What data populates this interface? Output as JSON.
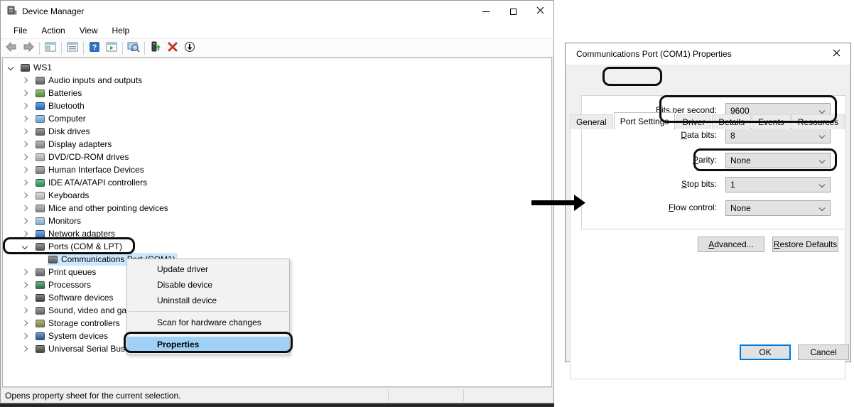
{
  "device_manager": {
    "title": "Device Manager",
    "menu": [
      "File",
      "Action",
      "View",
      "Help"
    ],
    "window_controls": [
      {
        "icon": "minimize-icon"
      },
      {
        "icon": "maximize-icon"
      },
      {
        "icon": "close-icon"
      }
    ],
    "toolbar": [
      {
        "icon": "back-icon"
      },
      {
        "icon": "forward-icon"
      },
      {
        "sep": true
      },
      {
        "icon": "show-console-tree-icon"
      },
      {
        "sep": true
      },
      {
        "icon": "properties-icon"
      },
      {
        "sep": true
      },
      {
        "icon": "help-icon"
      },
      {
        "icon": "action-pane-icon"
      },
      {
        "sep": true
      },
      {
        "icon": "scan-hardware-icon"
      },
      {
        "sep": true
      },
      {
        "icon": "update-driver-icon"
      },
      {
        "icon": "uninstall-device-icon"
      },
      {
        "icon": "disable-device-icon"
      }
    ],
    "tree": {
      "items": [
        {
          "label": "WS1",
          "level": 0,
          "state": "expanded",
          "icon": "computer-icon",
          "color": "#4d4d4d"
        },
        {
          "label": "Audio inputs and outputs",
          "level": 1,
          "state": "collapsed",
          "icon": "speaker-icon",
          "color": "#6f6f6f"
        },
        {
          "label": "Batteries",
          "level": 1,
          "state": "collapsed",
          "icon": "battery-icon",
          "color": "#59a23b"
        },
        {
          "label": "Bluetooth",
          "level": 1,
          "state": "collapsed",
          "icon": "bluetooth-icon",
          "color": "#1d74d0"
        },
        {
          "label": "Computer",
          "level": 1,
          "state": "collapsed",
          "icon": "monitor-icon",
          "color": "#7fb2dd"
        },
        {
          "label": "Disk drives",
          "level": 1,
          "state": "collapsed",
          "icon": "disk-drive-icon",
          "color": "#707070"
        },
        {
          "label": "Display adapters",
          "level": 1,
          "state": "collapsed",
          "icon": "display-adapter-icon",
          "color": "#8d9298"
        },
        {
          "label": "DVD/CD-ROM drives",
          "level": 1,
          "state": "collapsed",
          "icon": "disc-drive-icon",
          "color": "#b9b9b9"
        },
        {
          "label": "Human Interface Devices",
          "level": 1,
          "state": "collapsed",
          "icon": "gamepad-icon",
          "color": "#8b8b8b"
        },
        {
          "label": "IDE ATA/ATAPI controllers",
          "level": 1,
          "state": "collapsed",
          "icon": "controller-chip-icon",
          "color": "#2f9e63"
        },
        {
          "label": "Keyboards",
          "level": 1,
          "state": "collapsed",
          "icon": "keyboard-icon",
          "color": "#c9c9c9"
        },
        {
          "label": "Mice and other pointing devices",
          "level": 1,
          "state": "collapsed",
          "icon": "mouse-icon",
          "color": "#9a9a9a"
        },
        {
          "label": "Monitors",
          "level": 1,
          "state": "collapsed",
          "icon": "monitor-icon",
          "color": "#8fc0e8"
        },
        {
          "label": "Network adapters",
          "level": 1,
          "state": "collapsed",
          "icon": "network-adapter-icon",
          "color": "#3f7fd2"
        },
        {
          "label": "Ports (COM & LPT)",
          "level": 1,
          "state": "expanded",
          "icon": "serial-port-icon",
          "color": "#5f6368",
          "annotated": true
        },
        {
          "label": "Communications Port (COM1)",
          "level": 2,
          "state": "leaf",
          "icon": "serial-port-icon",
          "color": "#5f6368",
          "selected": true
        },
        {
          "label": "Print queues",
          "level": 1,
          "state": "collapsed",
          "icon": "printer-icon",
          "color": "#6d7175"
        },
        {
          "label": "Processors",
          "level": 1,
          "state": "collapsed",
          "icon": "processor-icon",
          "color": "#2e7d4f"
        },
        {
          "label": "Software devices",
          "level": 1,
          "state": "collapsed",
          "icon": "software-device-icon",
          "color": "#4a4a4a"
        },
        {
          "label": "Sound, video and game controllers",
          "level": 1,
          "state": "collapsed",
          "icon": "sound-icon",
          "color": "#6f6f6f"
        },
        {
          "label": "Storage controllers",
          "level": 1,
          "state": "collapsed",
          "icon": "storage-controller-icon",
          "color": "#8a8f52"
        },
        {
          "label": "System devices",
          "level": 1,
          "state": "collapsed",
          "icon": "system-device-icon",
          "color": "#2b5fa3"
        },
        {
          "label": "Universal Serial Bus controllers",
          "level": 1,
          "state": "collapsed",
          "icon": "usb-icon",
          "color": "#4a4a4a"
        }
      ]
    },
    "status": "Opens property sheet for the current selection."
  },
  "context_menu": {
    "items": [
      {
        "label": "Update driver"
      },
      {
        "label": "Disable device"
      },
      {
        "label": "Uninstall device"
      },
      {
        "sep": true
      },
      {
        "label": "Scan for hardware changes"
      },
      {
        "sep": true
      },
      {
        "label": "Properties",
        "highlighted": true
      }
    ]
  },
  "dialog": {
    "title": "Communications Port (COM1) Properties",
    "tabs": [
      {
        "label": "General"
      },
      {
        "label": "Port Settings",
        "active": true,
        "annotated": true
      },
      {
        "label": "Driver"
      },
      {
        "label": "Details"
      },
      {
        "label": "Events"
      },
      {
        "label": "Resources"
      }
    ],
    "fields": [
      {
        "key": "bits-per-second",
        "mnemonic": "B",
        "label_rest": "its per second:",
        "value": "9600",
        "annotated": true
      },
      {
        "key": "data-bits",
        "mnemonic": "D",
        "label_rest": "ata bits:",
        "value": "8"
      },
      {
        "key": "parity",
        "mnemonic": "P",
        "label_rest": "arity:",
        "value": "None",
        "annotated": true
      },
      {
        "key": "stop-bits",
        "mnemonic": "S",
        "label_rest": "top bits:",
        "value": "1"
      },
      {
        "key": "flow-control",
        "mnemonic": "F",
        "label_rest": "low control:",
        "value": "None"
      }
    ],
    "buttons": {
      "advanced": {
        "mnemonic": "A",
        "rest": "dvanced..."
      },
      "restore": {
        "mnemonic": "R",
        "rest": "estore Defaults"
      },
      "ok": "OK",
      "cancel": "Cancel"
    }
  },
  "colors": {
    "selection": "#cce8ff",
    "menu_highlight": "#9ed1f5",
    "annotation": "#0d0d0d",
    "default_button_border": "#0078d7"
  }
}
